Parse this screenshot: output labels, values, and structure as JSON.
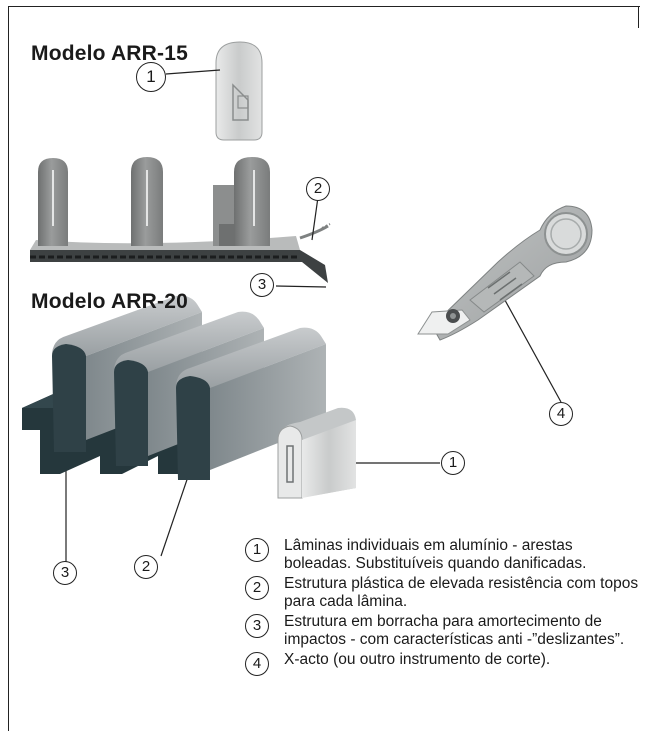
{
  "models": [
    {
      "title": "Modelo  ARR-15"
    },
    {
      "title": "Modelo  ARR-20"
    }
  ],
  "callouts": {
    "arr15": [
      "1",
      "2",
      "3"
    ],
    "arr20": [
      "1",
      "2",
      "3"
    ],
    "cutter": "4"
  },
  "legend": [
    {
      "num": "1",
      "text": "Lâminas individuais em alumínio - arestas boleadas. Substituíveis quando danificadas."
    },
    {
      "num": "2",
      "text": "Estrutura plástica de elevada resistência com topos para cada lâmina."
    },
    {
      "num": "3",
      "text": "Estrutura em borracha para amortecimento de impactos - com características anti -”deslizantes”."
    },
    {
      "num": "4",
      "text": "X-acto (ou outro instrumento de corte)."
    }
  ],
  "colors": {
    "light_metal": "#d4d6d6",
    "mid_gray": "#8f9191",
    "dark_rubber": "#25373c",
    "blade_gray": "#a9adb0"
  },
  "icons": [
    "blade-illustration",
    "comb-strip-illustration",
    "cutter-illustration",
    "rubber-base-illustration"
  ]
}
